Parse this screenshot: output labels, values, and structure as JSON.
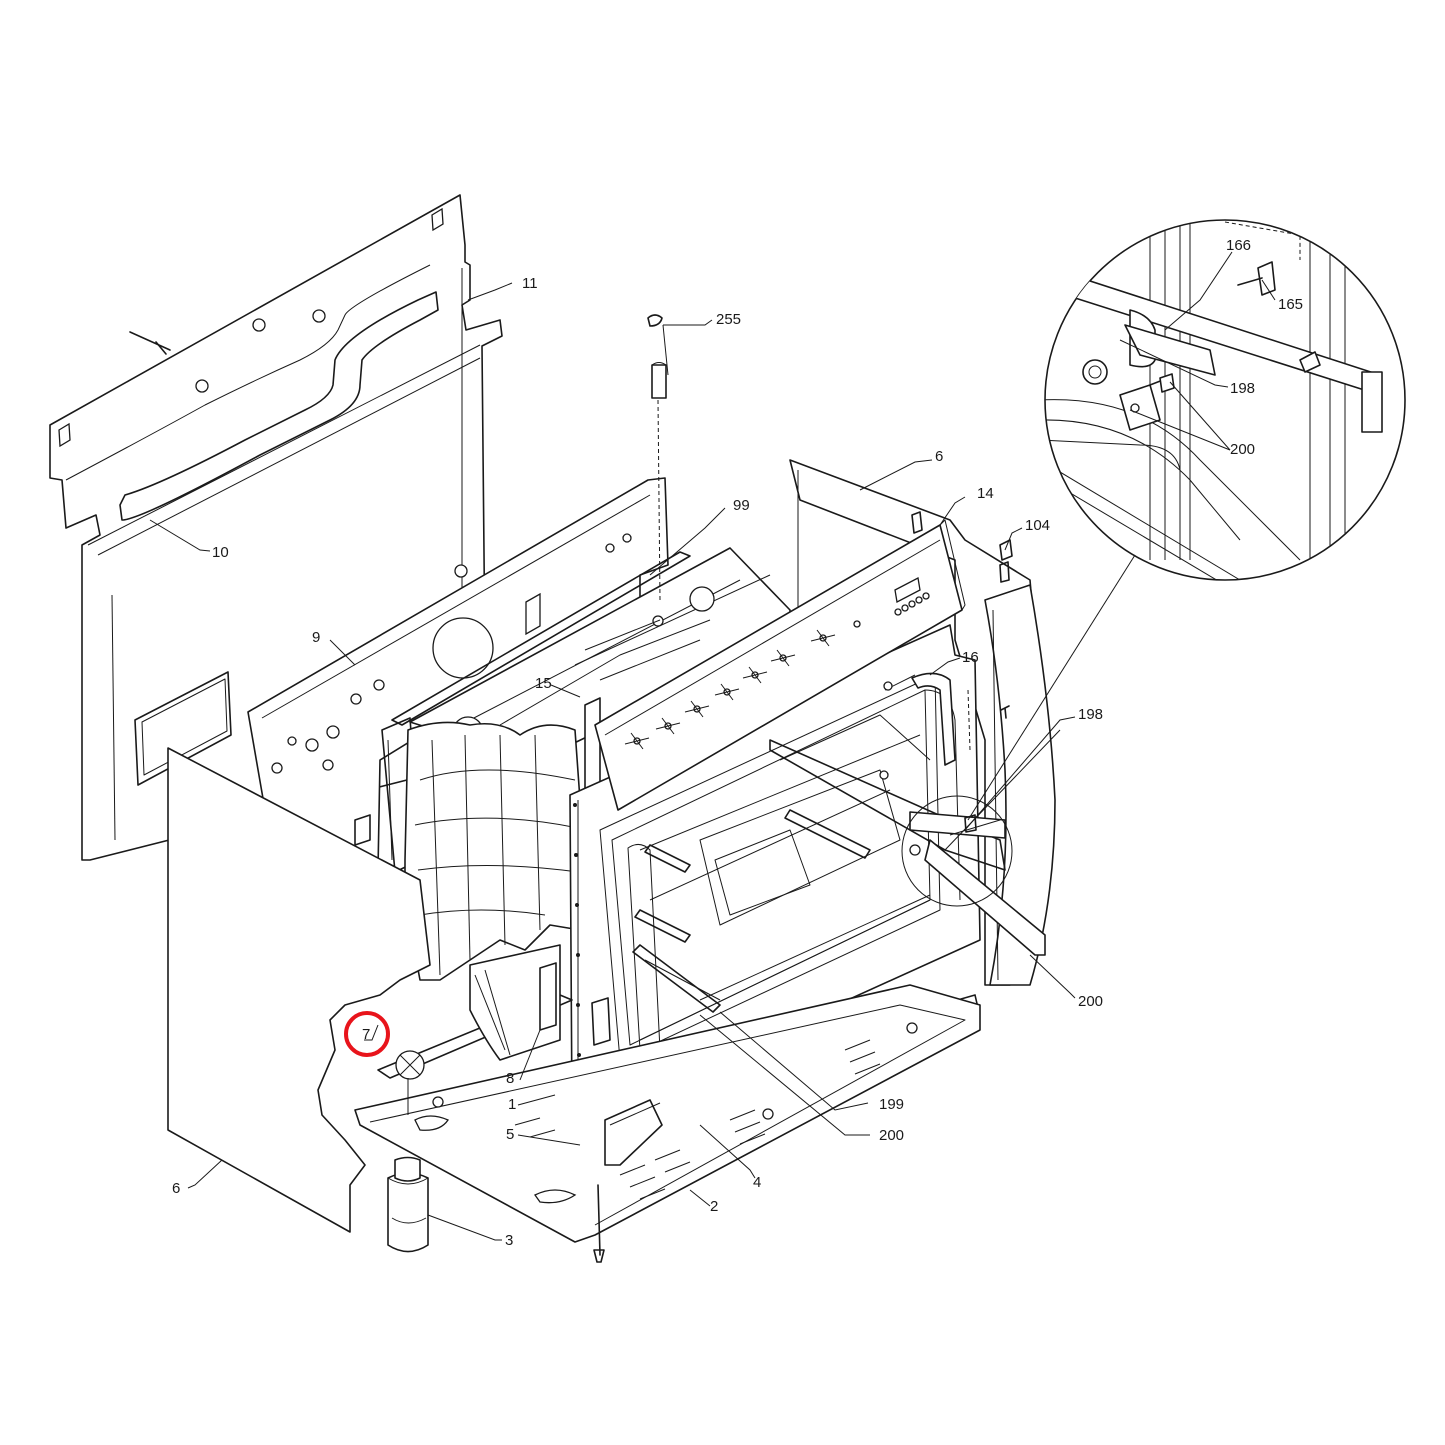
{
  "callouts": [
    {
      "label": "255"
    },
    {
      "label": "11"
    },
    {
      "label": "10"
    },
    {
      "label": "99"
    },
    {
      "label": "9"
    },
    {
      "label": "6"
    },
    {
      "label": "14"
    },
    {
      "label": "104"
    },
    {
      "label": "16"
    },
    {
      "label": "15"
    },
    {
      "label": "198"
    },
    {
      "label": "200"
    },
    {
      "label": "7"
    },
    {
      "label": "8"
    },
    {
      "label": "1"
    },
    {
      "label": "5"
    },
    {
      "label": "199"
    },
    {
      "label": "200"
    },
    {
      "label": "4"
    },
    {
      "label": "2"
    },
    {
      "label": "3"
    },
    {
      "label": "6"
    },
    {
      "label": "166"
    },
    {
      "label": "165"
    },
    {
      "label": "198"
    },
    {
      "label": "200"
    }
  ],
  "highlight": {
    "color": "#e8141b"
  },
  "ink": {
    "color": "#1a1a1a"
  }
}
